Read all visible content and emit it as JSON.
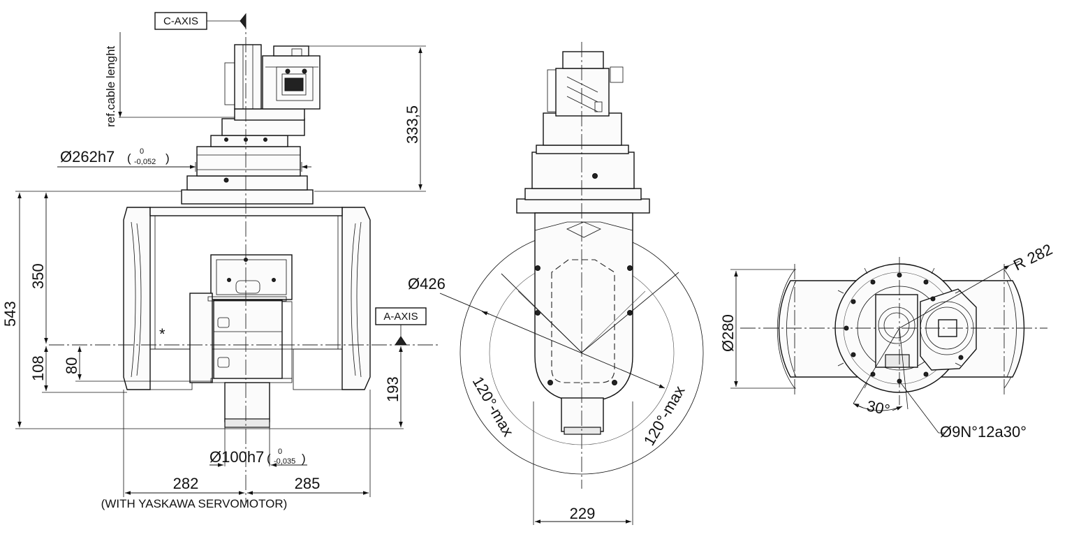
{
  "axes": {
    "c_axis": "C-AXIS",
    "a_axis": "A-AXIS"
  },
  "side_view": {
    "ref_cable": "ref.cable lenght",
    "dia_flange": "Ø262h7",
    "dia_flange_tol_upper": "0",
    "dia_flange_tol_lower": "-0,052",
    "dim_333_5": "333,5",
    "dim_543": "543",
    "dim_350": "350",
    "dim_108": "108",
    "dim_80": "80",
    "dim_193": "193",
    "dia_shaft": "Ø100h7",
    "dia_shaft_tol_upper": "0",
    "dia_shaft_tol_lower": "-0,035",
    "dim_282": "282",
    "dim_285": "285",
    "note": "(WITH YASKAWA SERVOMOTOR)",
    "asterisk": "*"
  },
  "front_view": {
    "dia_426": "Ø426",
    "rot_left": "120°-max",
    "rot_right": "120°-max",
    "dim_229": "229"
  },
  "top_view": {
    "radius": "R 282",
    "dia_280": "Ø280",
    "angle_30": "30°",
    "holes": "Ø9N°12a30°"
  }
}
